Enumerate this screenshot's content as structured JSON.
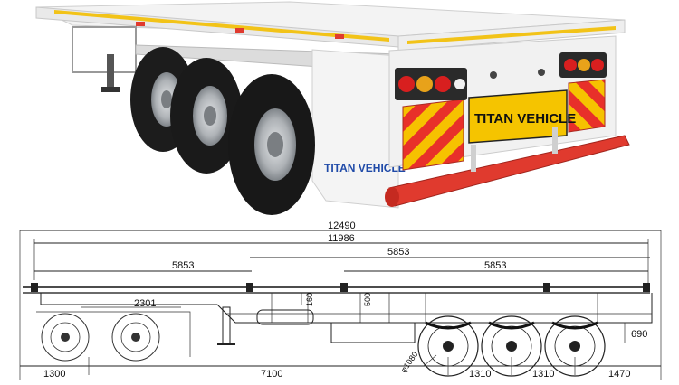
{
  "photo": {
    "brand_plate": "TITAN VEHICLE",
    "mudflap_text": "TITAN VEHICLE",
    "colors": {
      "body_white": "#f2f2f2",
      "side_stripe": "#f2c318",
      "tire": "#1c1c1c",
      "rim": "#b9bcc0",
      "plate_yellow": "#f5c400",
      "hazard_red": "#e8302a",
      "hazard_yellow": "#f6c200",
      "bumper_red": "#e03a2e",
      "lamp_red": "#d81f1f"
    }
  },
  "drawing": {
    "overall_length": "12490",
    "deck_length": "11986",
    "twistlock_pitch_front": "5853",
    "twistlock_pitch_middle": "5853",
    "twistlock_pitch_rear": "5853",
    "kingpin_setback": "2301",
    "front_overhang": "1300",
    "kingpin_to_axle": "7100",
    "axle_spacing_1": "1310",
    "axle_spacing_2": "1310",
    "rear_overhang": "1470",
    "gooseneck_height": "160",
    "beam_height": "500",
    "tire_diameter": "φ1080",
    "rear_height": "690"
  }
}
